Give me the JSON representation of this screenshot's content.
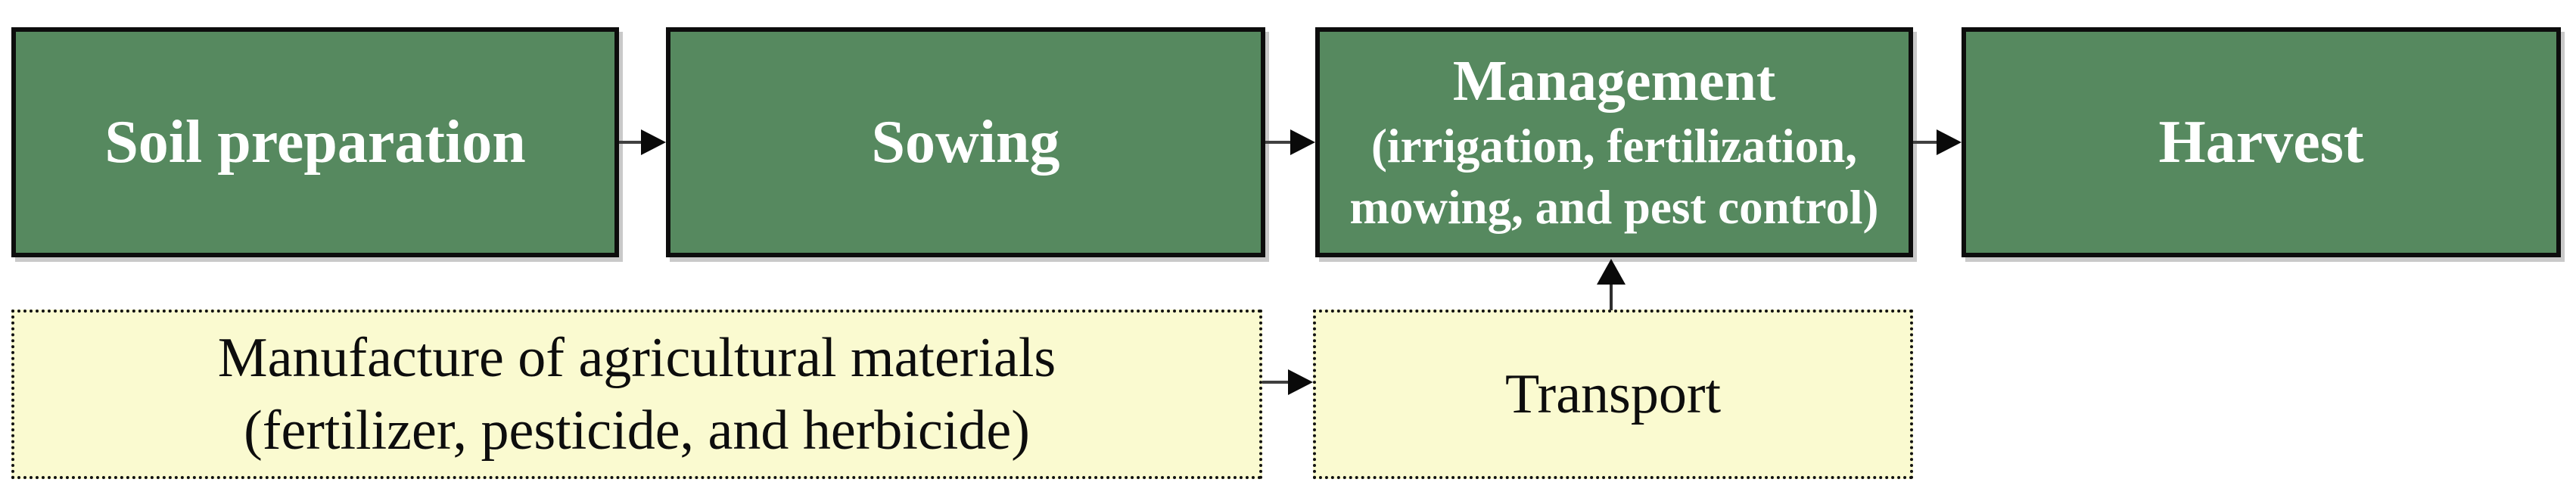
{
  "flowchart": {
    "process_row": [
      {
        "label": "Soil preparation"
      },
      {
        "label": "Sowing"
      },
      {
        "title": "Management",
        "subtitle_line1": "(irrigation, fertilization,",
        "subtitle_line2": "mowing, and pest control)"
      },
      {
        "label": "Harvest"
      }
    ],
    "support_row": [
      {
        "line1": "Manufacture of agricultural materials",
        "line2": "(fertilizer, pesticide, and herbicide)"
      },
      {
        "label": "Transport"
      }
    ],
    "colors": {
      "process_fill": "#56895f",
      "process_border": "#0d0d0d",
      "process_text": "#ffffff",
      "support_fill": "#fafad0",
      "support_border": "#111111",
      "support_text": "#0d0d0d",
      "arrow": "#0a0a0a",
      "shadow": "#c9c9c9"
    }
  }
}
